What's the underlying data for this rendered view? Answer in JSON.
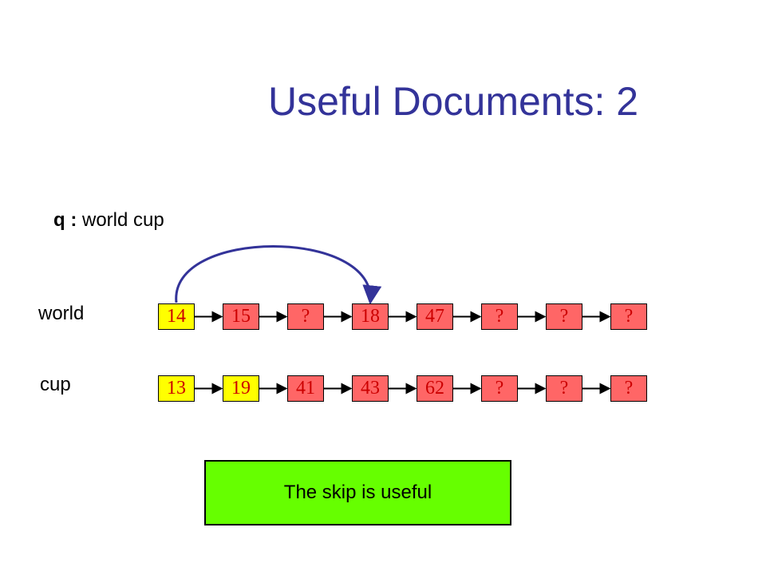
{
  "slide": {
    "title": "Useful Documents: 2",
    "query_label": "q :",
    "query_text": "world cup"
  },
  "lists": [
    {
      "term": "world",
      "postings": [
        "14",
        "15",
        "?",
        "18",
        "47",
        "?",
        "?",
        "?"
      ],
      "highlighted": [
        true,
        false,
        false,
        false,
        false,
        false,
        false,
        false
      ]
    },
    {
      "term": "cup",
      "postings": [
        "13",
        "19",
        "41",
        "43",
        "62",
        "?",
        "?",
        "?"
      ],
      "highlighted": [
        true,
        true,
        false,
        false,
        false,
        false,
        false,
        false
      ]
    }
  ],
  "skip": {
    "list": 0,
    "from": 0,
    "to": 3
  },
  "result": "The skip is useful",
  "colors": {
    "title": "#333399",
    "node_text": "#cc0000",
    "node_highlight": "#ffff00",
    "node_fill": "#ff6666",
    "skip_arc": "#333399",
    "result_fill": "#66ff00"
  }
}
